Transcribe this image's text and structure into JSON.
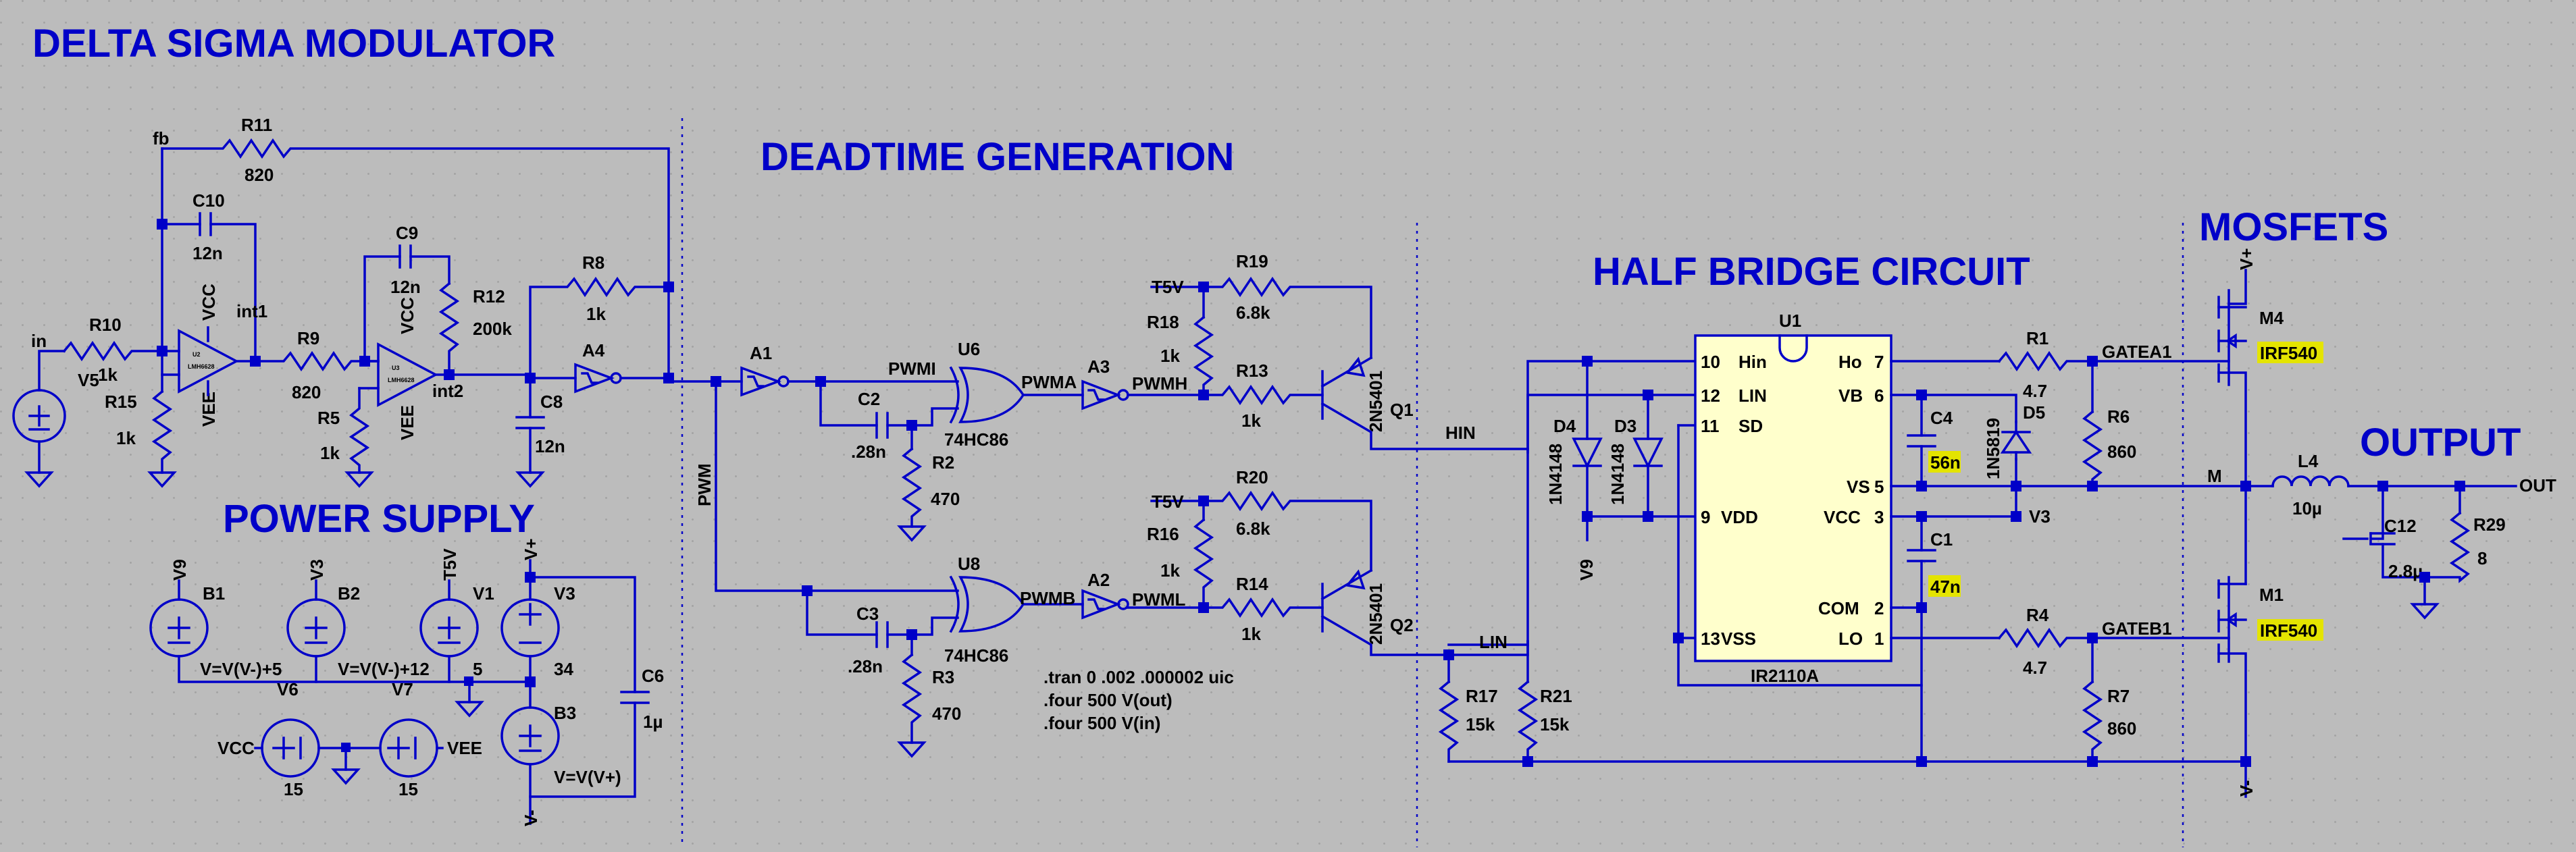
{
  "sections": {
    "delta_sigma": "DELTA SIGMA MODULATOR",
    "deadtime": "DEADTIME GENERATION",
    "half_bridge": "HALF BRIDGE CIRCUIT",
    "mosfets": "MOSFETS",
    "power_supply": "POWER SUPPLY",
    "output": "OUTPUT"
  },
  "nets": {
    "in": "in",
    "fb": "fb",
    "int1": "int1",
    "int2": "int2",
    "pwm": "PWM",
    "pwmi": "PWMI",
    "pwma": "PWMA",
    "pwmh": "PWMH",
    "pwmb": "PWMB",
    "pwml": "PWML",
    "t5v_top": "T5V",
    "t5v_bot": "T5V",
    "hin": "HIN",
    "lin": "LIN",
    "v3": "V3",
    "v9": "V9",
    "gatea1": "GATEA1",
    "gateb1": "GATEB1",
    "m": "M",
    "out": "OUT",
    "vplus": "V+",
    "vminus": "V-",
    "vcc": "VCC",
    "vee": "VEE",
    "pwr_v9": "V9",
    "pwr_v3": "V3",
    "pwr_t5v": "T5V",
    "pwr_vplus": "V+",
    "pwr_vminus": "V-",
    "m4_vplus": "V+",
    "m1_vminus": "V-",
    "u2_vcc": "VCC",
    "u2_vee": "VEE",
    "u3_vcc": "VCC",
    "u3_vee": "VEE"
  },
  "components": {
    "r11": {
      "name": "R11",
      "value": "820"
    },
    "c10": {
      "name": "C10",
      "value": "12n"
    },
    "r10": {
      "name": "R10",
      "value": "1k"
    },
    "r15": {
      "name": "R15",
      "value": "1k"
    },
    "v5": {
      "name": "V5"
    },
    "u2": {
      "name": "U2",
      "part": "LMH6628"
    },
    "r9": {
      "name": "R9",
      "value": "820"
    },
    "c9": {
      "name": "C9",
      "value": "12n"
    },
    "r12": {
      "name": "R12",
      "value": "200k"
    },
    "r5": {
      "name": "R5",
      "value": "1k"
    },
    "u3": {
      "name": "U3",
      "part": "LMH6628"
    },
    "r8": {
      "name": "R8",
      "value": "1k"
    },
    "c8": {
      "name": "C8",
      "value": "12n"
    },
    "a4": {
      "name": "A4"
    },
    "a1": {
      "name": "A1"
    },
    "c2": {
      "name": "C2",
      "value": ".28n"
    },
    "r2": {
      "name": "R2",
      "value": "470"
    },
    "u6": {
      "name": "U6",
      "part": "74HC86"
    },
    "a3": {
      "name": "A3"
    },
    "c3": {
      "name": "C3",
      "value": ".28n"
    },
    "r3": {
      "name": "R3",
      "value": "470"
    },
    "u8": {
      "name": "U8",
      "part": "74HC86"
    },
    "a2": {
      "name": "A2"
    },
    "r19": {
      "name": "R19",
      "value": "6.8k"
    },
    "r18": {
      "name": "R18",
      "value": "1k"
    },
    "r13": {
      "name": "R13",
      "value": "1k"
    },
    "q1": {
      "name": "Q1",
      "part": "2N5401"
    },
    "r20": {
      "name": "R20",
      "value": "6.8k"
    },
    "r16": {
      "name": "R16",
      "value": "1k"
    },
    "r14": {
      "name": "R14",
      "value": "1k"
    },
    "q2": {
      "name": "Q2",
      "part": "2N5401"
    },
    "d4": {
      "name": "D4",
      "part": "1N4148"
    },
    "d3": {
      "name": "D3",
      "part": "1N4148"
    },
    "r17": {
      "name": "R17",
      "value": "15k"
    },
    "r21": {
      "name": "R21",
      "value": "15k"
    },
    "u1": {
      "name": "U1",
      "part": "IR2110A"
    },
    "c4": {
      "name": "C4",
      "value": "56n"
    },
    "d5": {
      "name": "D5",
      "part": "1N5819"
    },
    "c1": {
      "name": "C1",
      "value": "47n"
    },
    "r1": {
      "name": "R1",
      "value": "4.7"
    },
    "r6": {
      "name": "R6",
      "value": "860"
    },
    "r4": {
      "name": "R4",
      "value": "4.7"
    },
    "r7": {
      "name": "R7",
      "value": "860"
    },
    "m4": {
      "name": "M4",
      "part": "IRF540"
    },
    "m1": {
      "name": "M1",
      "part": "IRF540"
    },
    "l4": {
      "name": "L4",
      "value": "10µ"
    },
    "c12": {
      "name": "C12",
      "value": "2.8µ"
    },
    "r29": {
      "name": "R29",
      "value": "8"
    },
    "b1": {
      "name": "B1",
      "expr": "V=V(V-)+5"
    },
    "b2": {
      "name": "B2",
      "expr": "V=V(V-)+12"
    },
    "v1": {
      "name": "V1",
      "value": "5"
    },
    "v3": {
      "name": "V3",
      "value": "34"
    },
    "b3": {
      "name": "B3",
      "expr": "V=V(V+)"
    },
    "v6": {
      "name": "V6",
      "value": "15"
    },
    "v7": {
      "name": "V7",
      "value": "15"
    },
    "c6": {
      "name": "C6",
      "value": "1µ"
    }
  },
  "ir2110_pins": {
    "hin": {
      "num": "10",
      "label": "Hin"
    },
    "lin": {
      "num": "12",
      "label": "LIN"
    },
    "sd": {
      "num": "11",
      "label": "SD"
    },
    "vdd": {
      "num": "9",
      "label": "VDD"
    },
    "vss": {
      "num": "13",
      "label": "VSS"
    },
    "ho": {
      "num": "7",
      "label": "Ho"
    },
    "vb": {
      "num": "6",
      "label": "VB"
    },
    "vs": {
      "num": "5",
      "label": "VS"
    },
    "vcc": {
      "num": "3",
      "label": "VCC"
    },
    "com": {
      "num": "2",
      "label": "COM"
    },
    "lo": {
      "num": "1",
      "label": "LO"
    }
  },
  "directives": [
    ".tran 0 .002 .000002 uic",
    ".four 500 V(out)",
    ".four 500 V(in)"
  ],
  "colors": {
    "wire": "#0000c8",
    "background": "#bcbcbc",
    "ic_fill": "#ffffcc",
    "highlight": "#e4e400",
    "title": "#0000c8"
  }
}
